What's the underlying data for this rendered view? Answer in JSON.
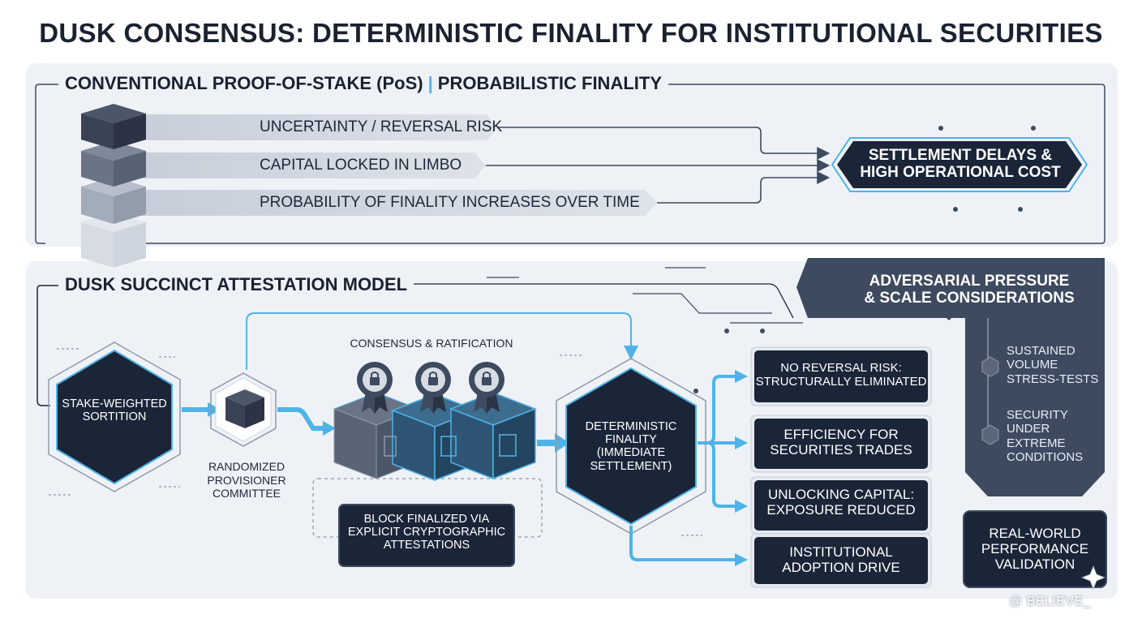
{
  "title": "DUSK CONSENSUS: DETERMINISTIC FINALITY FOR INSTITUTIONAL SECURITIES",
  "pos_section": {
    "title_left": "CONVENTIONAL PROOF-OF-STAKE (PoS)",
    "title_sep": "|",
    "title_right": "PROBABILISTIC FINALITY",
    "arrows": [
      "UNCERTAINTY / REVERSAL RISK",
      "CAPITAL LOCKED IN LIMBO",
      "PROBABILITY OF FINALITY INCREASES OVER TIME"
    ],
    "outcome": [
      "SETTLEMENT DELAYS &",
      "HIGH OPERATIONAL COST"
    ]
  },
  "dusk_section": {
    "title": "DUSK SUCCINCT ATTESTATION MODEL",
    "sortition": [
      "STAKE-WEIGHTED",
      "SORTITION"
    ],
    "committee": [
      "RANDOMIZED",
      "PROVISIONER",
      "COMMITTEE"
    ],
    "consensus_label": "CONSENSUS & RATIFICATION",
    "block_finalized": [
      "BLOCK FINALIZED VIA",
      "EXPLICIT CRYPTOGRAPHIC",
      "ATTESTATIONS"
    ],
    "finality": [
      "DETERMINISTIC",
      "FINALITY",
      "(IMMEDIATE",
      "SETTLEMENT)"
    ],
    "outcomes": [
      [
        "NO REVERSAL RISK:",
        "STRUCTURALLY ELIMINATED"
      ],
      [
        "EFFICIENCY FOR",
        "SECURITIES TRADES"
      ],
      [
        "UNLOCKING CAPITAL:",
        "EXPOSURE REDUCED"
      ],
      [
        "INSTITUTIONAL",
        "ADOPTION DRIVE"
      ]
    ]
  },
  "adversarial": {
    "title": [
      "ADVERSARIAL PRESSURE",
      "& SCALE CONSIDERATIONS"
    ],
    "items": [
      [
        "SUSTAINED",
        "VOLUME",
        "STRESS-TESTS"
      ],
      [
        "SECURITY",
        "UNDER",
        "EXTREME",
        "CONDITIONS"
      ]
    ],
    "validation": [
      "REAL-WORLD",
      "PERFORMANCE",
      "VALIDATION"
    ]
  },
  "watermark": "@ BELIEVE_",
  "colors": {
    "navy": "#1b2538",
    "accent": "#4fb3e8",
    "slate": "#3d4a5f",
    "panel": "#eef2f7"
  },
  "icons": {
    "cube": "cube-icon",
    "lock_badge": "lock-badge-icon",
    "document": "document-icon",
    "sparkle": "sparkle-icon"
  }
}
